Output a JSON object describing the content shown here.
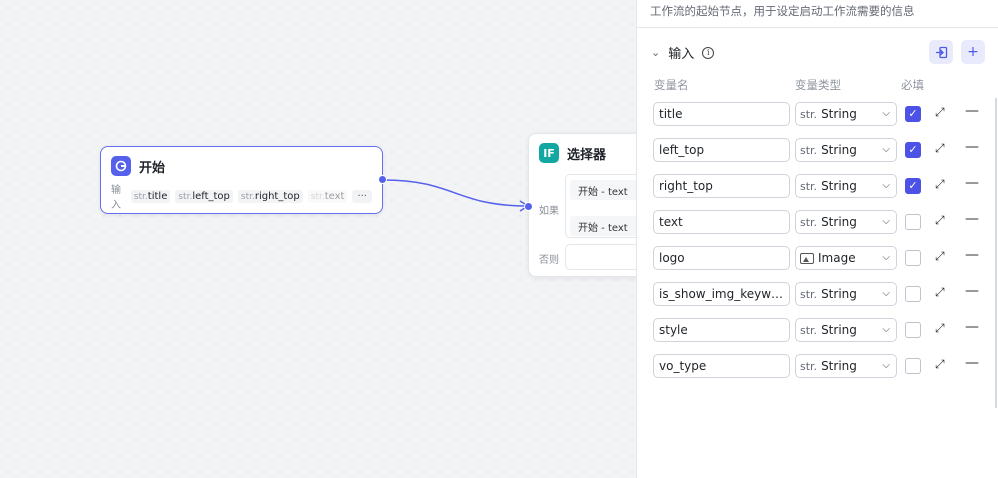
{
  "start_node": {
    "title": "开始",
    "input_label": "输入",
    "params": [
      {
        "prefix": "str.",
        "name": "title"
      },
      {
        "prefix": "str.",
        "name": "left_top"
      },
      {
        "prefix": "str.",
        "name": "right_top"
      },
      {
        "prefix": "str.",
        "name": "text"
      }
    ],
    "more": "···"
  },
  "selector_node": {
    "icon": "IF",
    "title": "选择器",
    "if_label": "如果",
    "else_label": "否则",
    "conditions": [
      "开始  -  text",
      "开始  -  text"
    ]
  },
  "panel": {
    "description": "工作流的起始节点，用于设定启动工作流需要的信息",
    "section_title": "输入",
    "columns": {
      "name": "变量名",
      "type": "变量类型",
      "required": "必填"
    },
    "variables": [
      {
        "name": "title",
        "type_prefix": "str.",
        "type": "String",
        "required": true
      },
      {
        "name": "left_top",
        "type_prefix": "str.",
        "type": "String",
        "required": true
      },
      {
        "name": "right_top",
        "type_prefix": "str.",
        "type": "String",
        "required": true
      },
      {
        "name": "text",
        "type_prefix": "str.",
        "type": "String",
        "required": false
      },
      {
        "name": "logo",
        "type_prefix": "",
        "type": "Image",
        "required": false
      },
      {
        "name": "is_show_img_keyw…",
        "type_prefix": "str.",
        "type": "String",
        "required": false
      },
      {
        "name": "style",
        "type_prefix": "str.",
        "type": "String",
        "required": false
      },
      {
        "name": "vo_type",
        "type_prefix": "str.",
        "type": "String",
        "required": false
      }
    ]
  },
  "colors": {
    "accent": "#4c52e6",
    "if_node": "#13a7a1",
    "edge": "#5561ea"
  }
}
